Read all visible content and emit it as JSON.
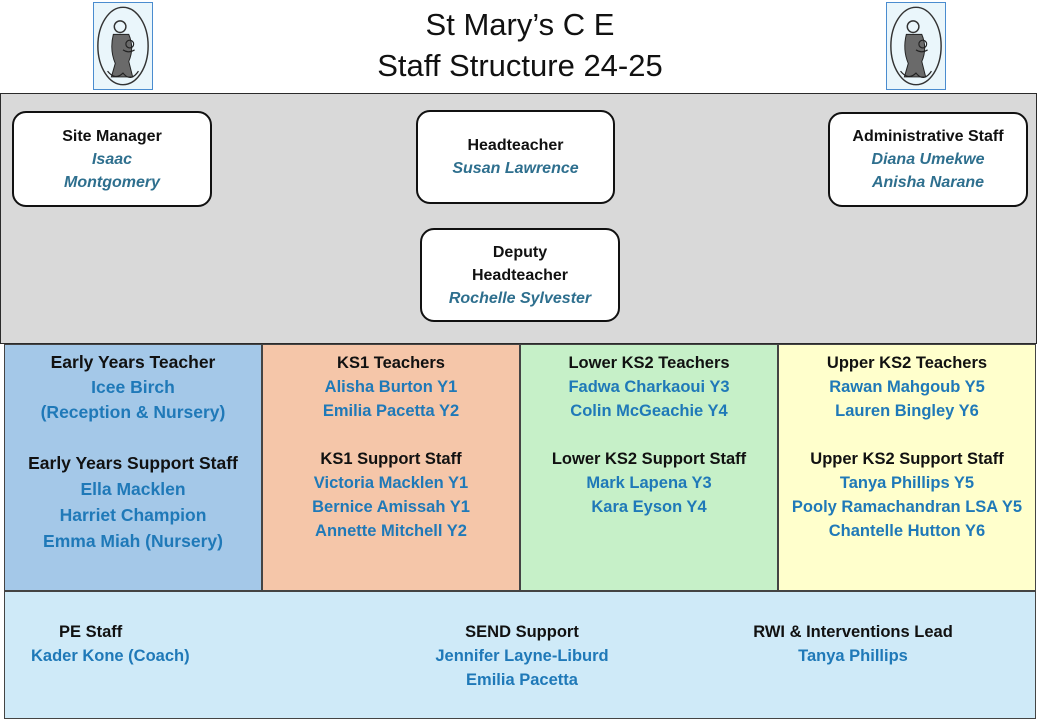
{
  "header": {
    "title_line1": "St Mary’s C E",
    "title_line2": "Staff Structure 24-25",
    "logo_icon": "madonna-and-child-crest-icon"
  },
  "leadership": {
    "site_manager": {
      "role": "Site Manager",
      "name_line1": "Isaac",
      "name_line2": "Montgomery"
    },
    "headteacher": {
      "role": "Headteacher",
      "name": "Susan Lawrence"
    },
    "admin": {
      "role": "Administrative Staff",
      "name1": "Diana Umekwe",
      "name2": "Anisha Narane"
    },
    "deputy": {
      "role_line1": "Deputy",
      "role_line2": "Headteacher",
      "name": "Rochelle Sylvester"
    }
  },
  "early_years": {
    "teacher_heading": "Early Years Teacher",
    "teacher_name": "Icee Birch",
    "teacher_note": "(Reception & Nursery)",
    "support_heading": "Early Years Support Staff",
    "support": [
      "Ella Macklen",
      "Harriet Champion",
      "Emma Miah (Nursery)"
    ]
  },
  "ks1": {
    "teacher_heading": "KS1 Teachers",
    "teachers": [
      "Alisha Burton Y1",
      "Emilia Pacetta Y2"
    ],
    "support_heading": "KS1 Support Staff",
    "support": [
      "Victoria Macklen  Y1",
      "Bernice Amissah Y1",
      "Annette Mitchell Y2"
    ]
  },
  "lower_ks2": {
    "teacher_heading": "Lower KS2 Teachers",
    "teachers": [
      "Fadwa Charkaoui Y3",
      "Colin McGeachie Y4"
    ],
    "support_heading": "Lower KS2 Support Staff",
    "support": [
      "Mark Lapena Y3",
      "Kara Eyson Y4"
    ]
  },
  "upper_ks2": {
    "teacher_heading": "Upper KS2 Teachers",
    "teachers": [
      "Rawan Mahgoub Y5",
      "Lauren Bingley  Y6"
    ],
    "support_heading": "Upper KS2 Support Staff",
    "support": [
      "Tanya Phillips Y5",
      "Pooly Ramachandran LSA Y5",
      "Chantelle Hutton Y6"
    ]
  },
  "other": {
    "pe": {
      "heading": "PE Staff",
      "names": [
        "Kader Kone (Coach)"
      ]
    },
    "send": {
      "heading": "SEND Support",
      "names": [
        "Jennifer Layne-Liburd",
        "Emilia Pacetta"
      ]
    },
    "rwi": {
      "heading": "RWI & Interventions Lead",
      "names": [
        "Tanya Phillips"
      ]
    }
  },
  "colors": {
    "name_italic": "#2e6f8e",
    "name_blue": "#1f79b8",
    "early_years_bg": "#a4c8e8",
    "ks1_bg": "#f5c6a9",
    "lower_ks2_bg": "#c6f0c8",
    "upper_ks2_bg": "#ffffcc",
    "bottom_bg": "#cfeaf8",
    "leadership_bg": "#d9d9d9"
  }
}
